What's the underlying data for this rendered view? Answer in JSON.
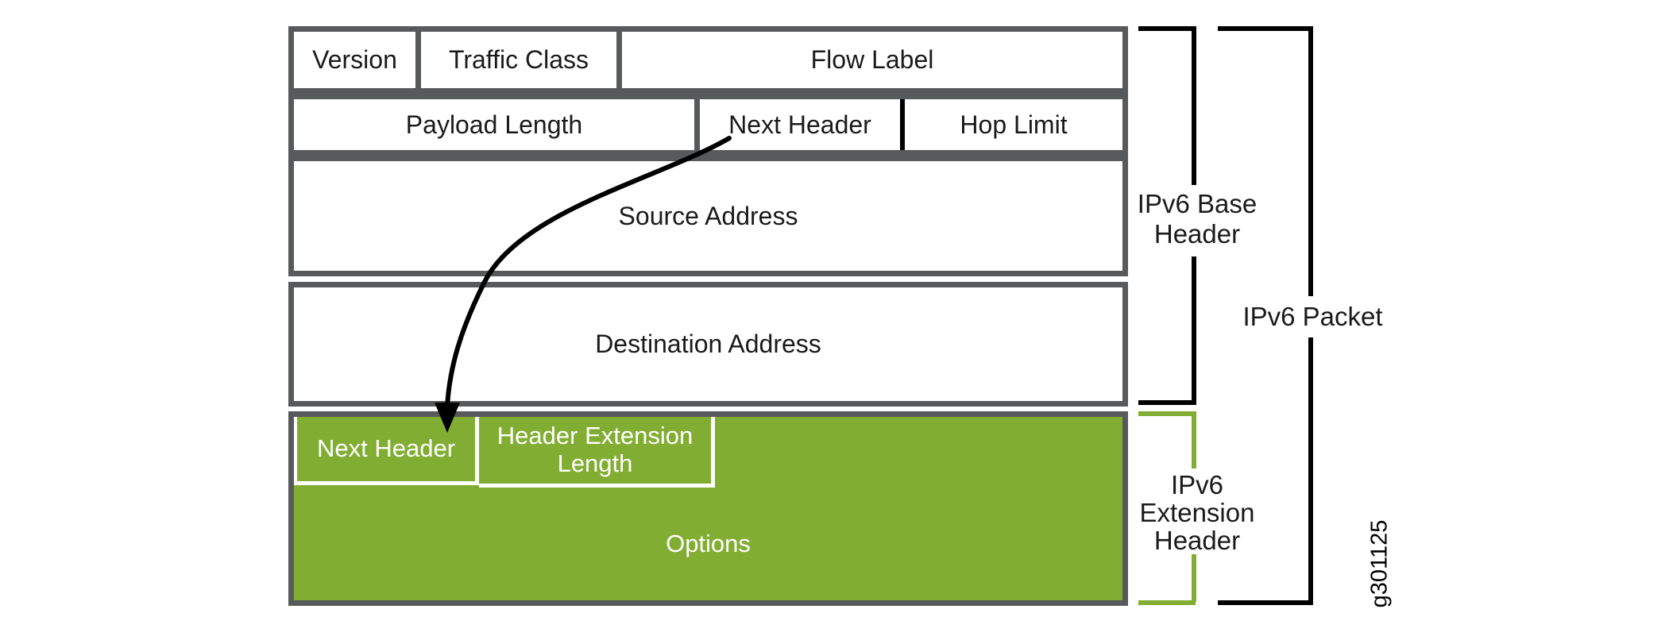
{
  "colors": {
    "field_green": "#81ae32",
    "border_gray": "#58595b",
    "line_black": "#000000",
    "text_white": "#ffffff"
  },
  "base_header": {
    "version_label": "Version",
    "traffic_class_label": "Traffic Class",
    "flow_label_label": "Flow Label",
    "payload_length_label": "Payload Length",
    "next_header_label": "Next Header",
    "hop_limit_label": "Hop Limit",
    "source_address_label": "Source Address",
    "destination_address_label": "Destination Address"
  },
  "extension_header": {
    "next_header_label": "Next Header",
    "header_extension_length_label": "Header Extension Length",
    "options_label": "Options"
  },
  "annotations": {
    "base_header_bracket_label": "IPv6 Base Header",
    "extension_header_bracket_label": "IPv6 Extension Header",
    "packet_bracket_label": "IPv6 Packet",
    "figure_id": "g301125"
  }
}
